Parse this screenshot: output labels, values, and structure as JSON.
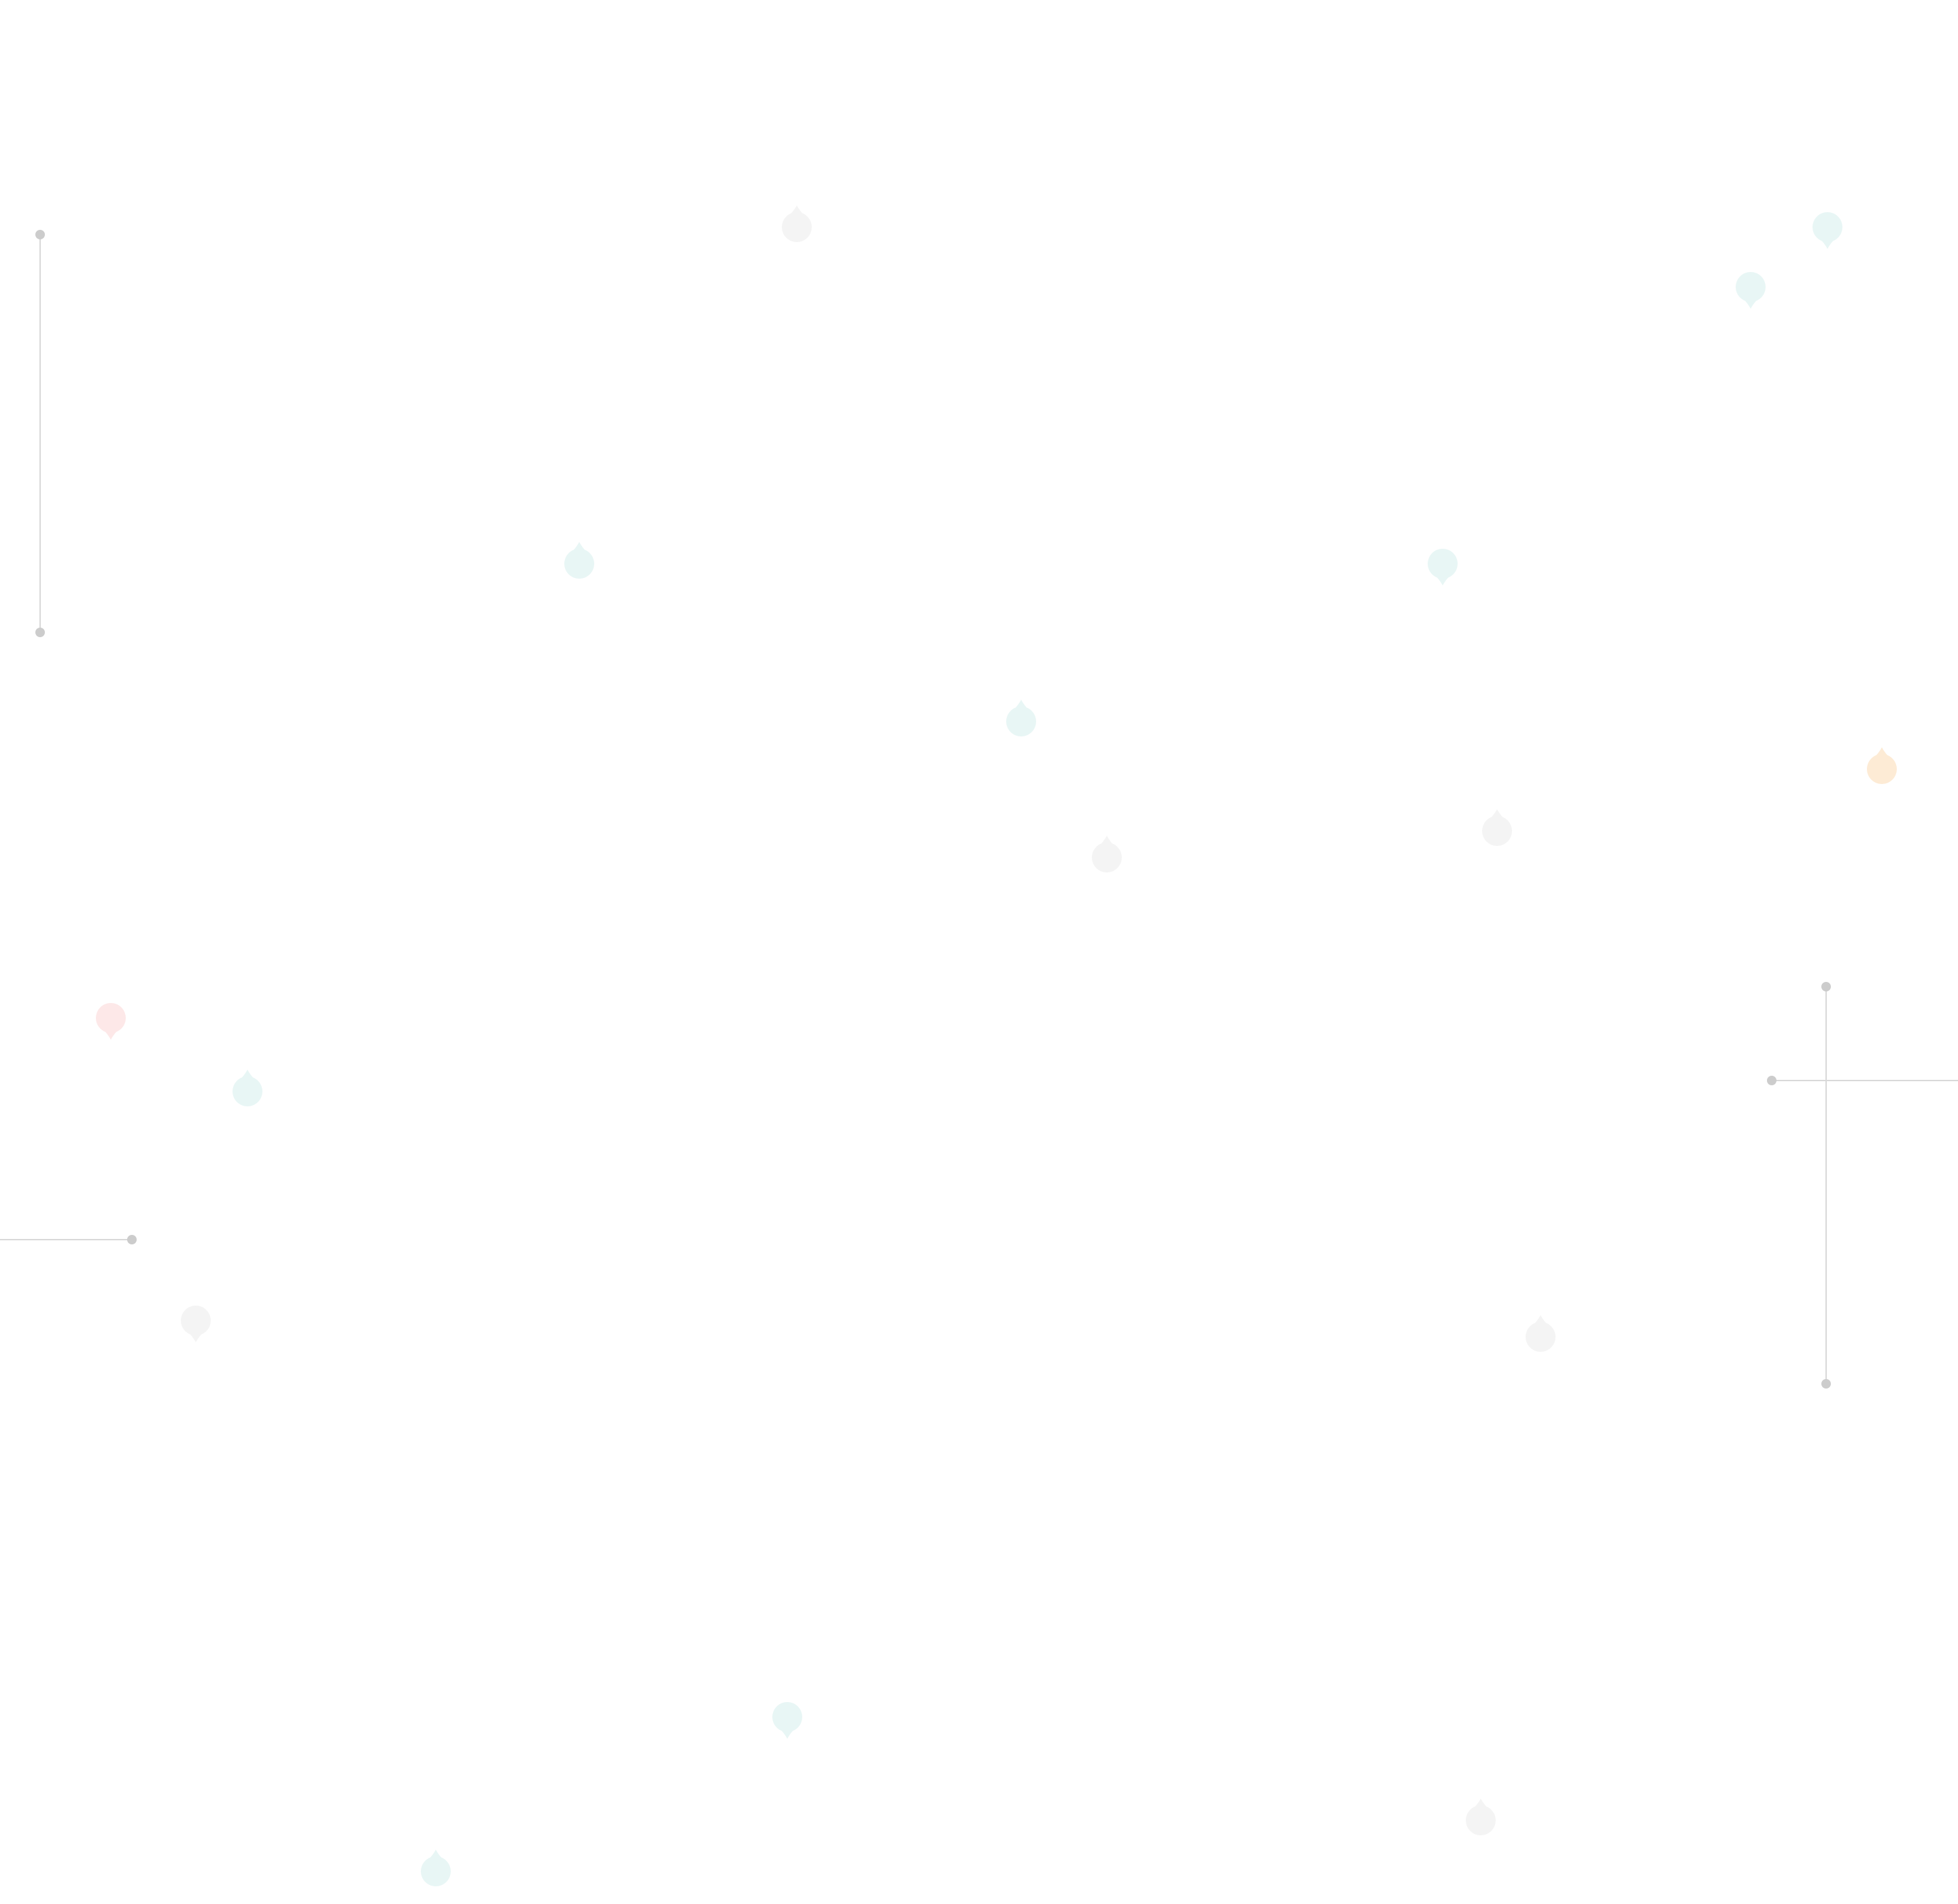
{
  "page": {
    "background_color": "#ffffff"
  },
  "palette": {
    "line_color": "#d9d9d9",
    "node_color": "#cccccc",
    "gray_drop": "#f4f4f4",
    "teal_drop": "#e8f6f5",
    "pink_drop": "#fde8e8",
    "peach_drop": "#fdebd5"
  },
  "decorations": {
    "connector_lines": [
      {
        "id": "left-vertical-line",
        "orientation": "vertical"
      },
      {
        "id": "left-horizontal-line",
        "orientation": "horizontal"
      },
      {
        "id": "right-vertical-line",
        "orientation": "vertical"
      },
      {
        "id": "right-horizontal-line",
        "orientation": "horizontal"
      }
    ],
    "drop_shapes": [
      {
        "color": "gray",
        "pointing": "up"
      },
      {
        "color": "teal",
        "pointing": "down"
      },
      {
        "color": "teal",
        "pointing": "down"
      },
      {
        "color": "teal",
        "pointing": "up"
      },
      {
        "color": "teal",
        "pointing": "down"
      },
      {
        "color": "teal",
        "pointing": "up"
      },
      {
        "color": "peach",
        "pointing": "up"
      },
      {
        "color": "gray",
        "pointing": "up"
      },
      {
        "color": "gray",
        "pointing": "up"
      },
      {
        "color": "pink",
        "pointing": "down"
      },
      {
        "color": "teal",
        "pointing": "up"
      },
      {
        "color": "gray",
        "pointing": "down"
      },
      {
        "color": "gray",
        "pointing": "up"
      },
      {
        "color": "teal",
        "pointing": "down"
      },
      {
        "color": "gray",
        "pointing": "up"
      },
      {
        "color": "teal",
        "pointing": "up"
      }
    ]
  }
}
